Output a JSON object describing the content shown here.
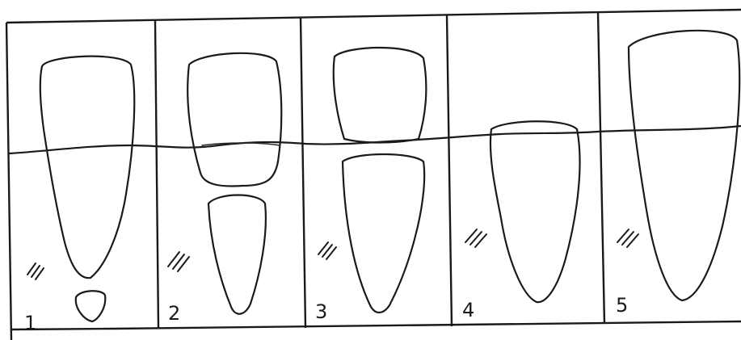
{
  "diagram": {
    "panels": [
      {
        "id": "1",
        "label": "1"
      },
      {
        "id": "2",
        "label": "2"
      },
      {
        "id": "3",
        "label": "3"
      },
      {
        "id": "4",
        "label": "4"
      },
      {
        "id": "5",
        "label": "5"
      }
    ],
    "stroke_color": "#1a1a1a",
    "background": "#ffffff"
  }
}
